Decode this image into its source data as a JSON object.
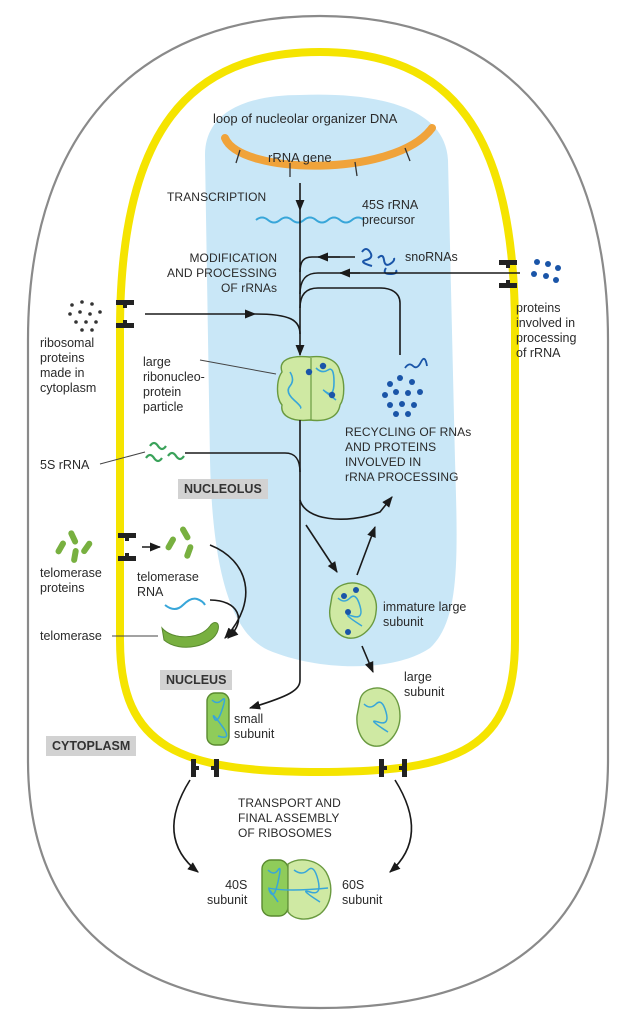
{
  "labels": {
    "loop_dna": "loop of nucleolar organizer DNA",
    "rrna_gene": "rRNA gene",
    "transcription": "TRANSCRIPTION",
    "precursor": "45S rRNA\nprecursor",
    "snornas": "snoRNAs",
    "modification": "MODIFICATION\nAND PROCESSING\nOF rRNAs",
    "ribosomal_proteins": "ribosomal\nproteins\nmade in\ncytoplasm",
    "proteins_processing": "proteins\ninvolved in\nprocessing\nof rRNA",
    "large_particle": "large\nribonucleo-\nprotein\nparticle",
    "recycling": "RECYCLING OF RNAs\nAND PROTEINS\nINVOLVED IN\nrRNA PROCESSING",
    "five_s": "5S rRNA",
    "nucleolus": "NUCLEOLUS",
    "telomerase_proteins": "telomerase\nproteins",
    "telomerase_rna": "telomerase\nRNA",
    "telomerase": "telomerase",
    "immature_large": "immature large\nsubunit",
    "nucleus": "NUCLEUS",
    "large_subunit": "large\nsubunit",
    "small_subunit": "small\nsubunit",
    "cytoplasm": "CYTOPLASM",
    "transport": "TRANSPORT AND\nFINAL ASSEMBLY\nOF RIBOSOMES",
    "forty_s": "40S\nsubunit",
    "sixty_s": "60S\nsubunit"
  },
  "colors": {
    "cell_outline": "#8a8a8a",
    "nuclear_envelope": "#f5e400",
    "nucleolus": "#c9e7f7",
    "dna_loop": "#f0a33a",
    "rna_strand": "#38a6d9",
    "particle_fill": "#cfe9a3",
    "protein_dot": "#1a55a8",
    "snorna": "#1a55a8",
    "telomerase": "#78b040",
    "five_s_rna": "#3aa25a",
    "label_box": "#d2d2d2",
    "arrow": "#1a1a1a"
  },
  "icons": {
    "nuclear_pore": "nuclear-pore-icon",
    "protein_dots": "protein-dots-icon",
    "rna_squiggle": "rna-squiggle-icon"
  }
}
